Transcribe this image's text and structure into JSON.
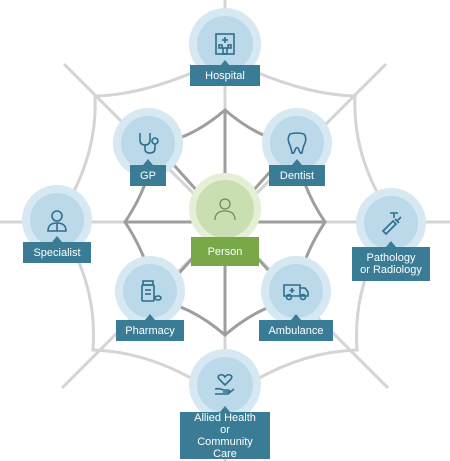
{
  "nodes": {
    "hospital": {
      "label": "Hospital",
      "icon": "hospital-icon"
    },
    "gp": {
      "label": "GP",
      "icon": "stethoscope-icon"
    },
    "dentist": {
      "label": "Dentist",
      "icon": "tooth-icon"
    },
    "specialist": {
      "label": "Specialist",
      "icon": "doctor-icon"
    },
    "person": {
      "label": "Person",
      "icon": "person-icon"
    },
    "pathology": {
      "label": "Pathology\nor Radiology",
      "line1": "Pathology",
      "line2": "or Radiology",
      "icon": "test-tube-syringe-icon"
    },
    "pharmacy": {
      "label": "Pharmacy",
      "icon": "medicine-bottle-icon"
    },
    "ambulance": {
      "label": "Ambulance",
      "icon": "ambulance-icon"
    },
    "allied": {
      "label": "Allied Health or Community Care",
      "line1": "Allied Health",
      "line2": "or",
      "line3": "Community Care",
      "icon": "heart-hand-icon"
    }
  },
  "colors": {
    "label_bg": "#3a7c96",
    "center_label_bg": "#78a848",
    "icon_stroke": "#2d6f8f",
    "web_outer": "#d4d4d4",
    "web_inner": "#9e9e9e"
  }
}
